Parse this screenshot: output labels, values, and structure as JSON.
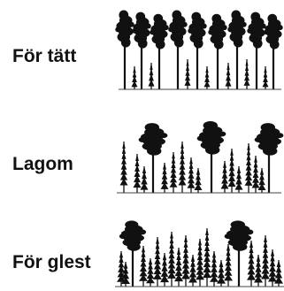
{
  "rows": [
    {
      "label": "För tätt"
    },
    {
      "label": "Lagom"
    },
    {
      "label": "För glest"
    }
  ],
  "colors": {
    "tree": "#111111",
    "ground": "#444444",
    "background": "#ffffff"
  }
}
